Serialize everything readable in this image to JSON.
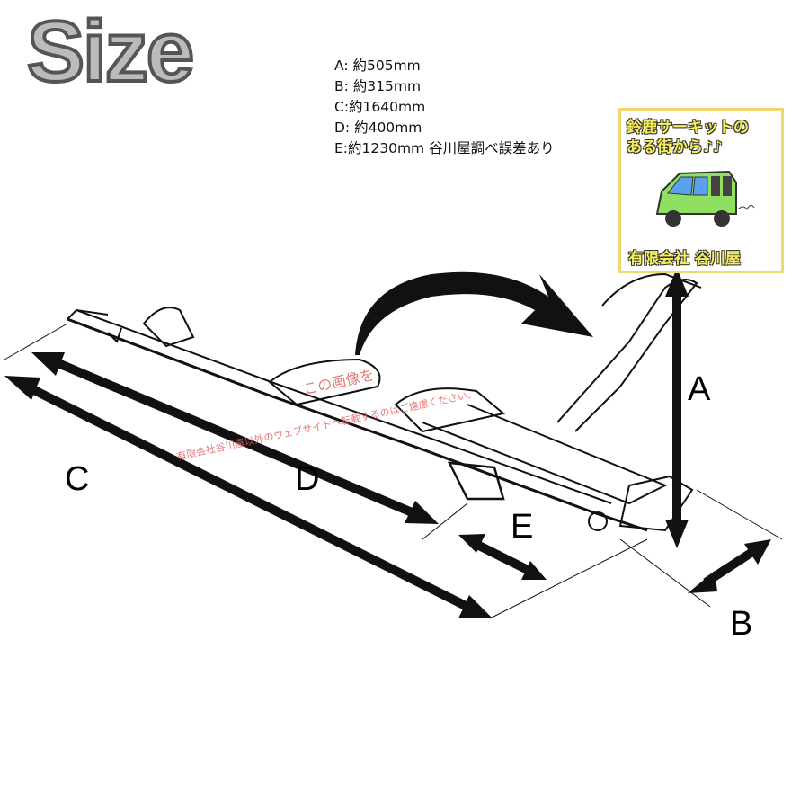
{
  "title": "Size",
  "specs": [
    "A: 約505mm",
    "B: 約315mm",
    "C:約1640mm",
    "D: 約400mm",
    "E:約1230mm 谷川屋調べ誤差あり"
  ],
  "logo": {
    "line1": "鈴鹿サーキットの",
    "line2": "ある街から♪♪",
    "company": "有限会社 谷川屋"
  },
  "dimension_labels": {
    "a": "A",
    "b": "B",
    "c": "C",
    "d": "D",
    "e": "E"
  },
  "watermark": {
    "line1": "この画像を",
    "line2": "有限会社谷川屋以外のウェブサイトへ転載するのはご遠慮ください。"
  },
  "colors": {
    "van": "#8fe060",
    "logo_border": "#f0d870",
    "watermark": "#e06060"
  }
}
